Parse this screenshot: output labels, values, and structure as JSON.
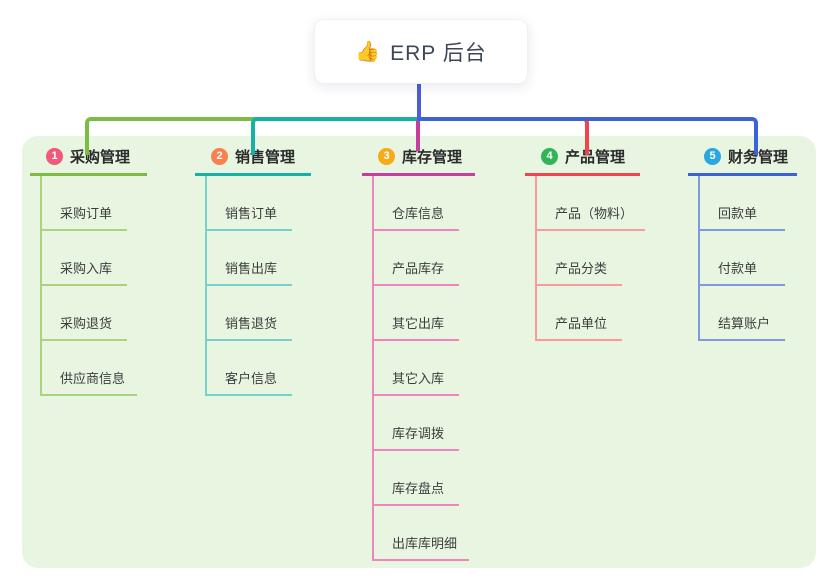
{
  "root": {
    "title": "ERP 后台",
    "icon_emoji": "👍"
  },
  "colors": {
    "canvas_bg": "#ffffff",
    "panel_bg": "#e7f5e1",
    "trunk": "#4a5ed8"
  },
  "branches": [
    {
      "num": "1",
      "label": "采购管理",
      "badge_color": "#f2577c",
      "line_color": "#7cbb44",
      "item_line_color": "#a9d37f",
      "items": [
        "采购订单",
        "采购入库",
        "采购退货",
        "供应商信息"
      ]
    },
    {
      "num": "2",
      "label": "销售管理",
      "badge_color": "#f8814f",
      "line_color": "#16b0a7",
      "item_line_color": "#74d2ca",
      "items": [
        "销售订单",
        "销售出库",
        "销售退货",
        "客户信息"
      ]
    },
    {
      "num": "3",
      "label": "库存管理",
      "badge_color": "#f8ab18",
      "line_color": "#c63d9d",
      "item_line_color": "#ee85c1",
      "items": [
        "仓库信息",
        "产品库存",
        "其它出库",
        "其它入库",
        "库存调拨",
        "库存盘点",
        "出库库明细"
      ]
    },
    {
      "num": "4",
      "label": "产品管理",
      "badge_color": "#33b457",
      "line_color": "#f0444e",
      "item_line_color": "#f79b9e",
      "items": [
        "产品（物料）",
        "产品分类",
        "产品单位"
      ]
    },
    {
      "num": "5",
      "label": "财务管理",
      "badge_color": "#2aa7e1",
      "line_color": "#3d62d5",
      "item_line_color": "#8097e2",
      "items": [
        "回款单",
        "付款单",
        "结算账户"
      ]
    }
  ]
}
